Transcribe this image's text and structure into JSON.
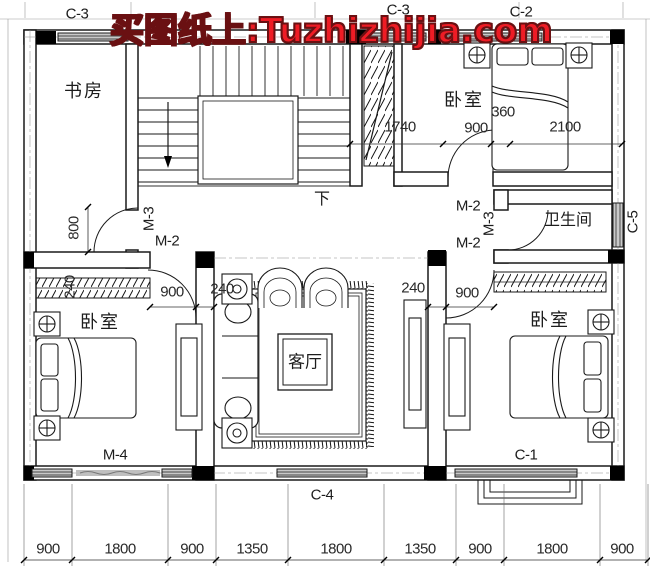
{
  "watermark": {
    "text": "买图纸上:Tuzhizhijia.com"
  },
  "colors": {
    "watermark_fill": "#ee1c25",
    "watermark_outline": "#6a1012",
    "line": "#1a1a1a"
  },
  "rooms": {
    "study": "书房",
    "bedroom_top": "卧室",
    "bathroom": "卫生间",
    "bedroom_left": "卧室",
    "bedroom_right": "卧室",
    "living": "客厅",
    "stairs_down": "下"
  },
  "axis_labels": {
    "c3_left": "C-3",
    "c3_mid": "C-3",
    "c2": "C-2",
    "c5": "C-5",
    "m4": "M-4",
    "c4": "C-4",
    "c1": "C-1"
  },
  "door_labels": {
    "left_m3": "M-3",
    "left_m2": "M-2",
    "right_m2_top": "M-2",
    "right_m3": "M-3",
    "right_m2_bottom": "M-2"
  },
  "dims": {
    "study_door_height": "800",
    "bedroom_top_row": [
      "1740",
      "900",
      "360",
      "2100"
    ],
    "hall_left": [
      "900",
      "240"
    ],
    "hall_right": [
      "240",
      "900"
    ],
    "closet_left_depth": "240",
    "bottom_row": [
      "900",
      "1800",
      "900",
      "1350",
      "1800",
      "1350",
      "900",
      "1800",
      "900"
    ]
  }
}
